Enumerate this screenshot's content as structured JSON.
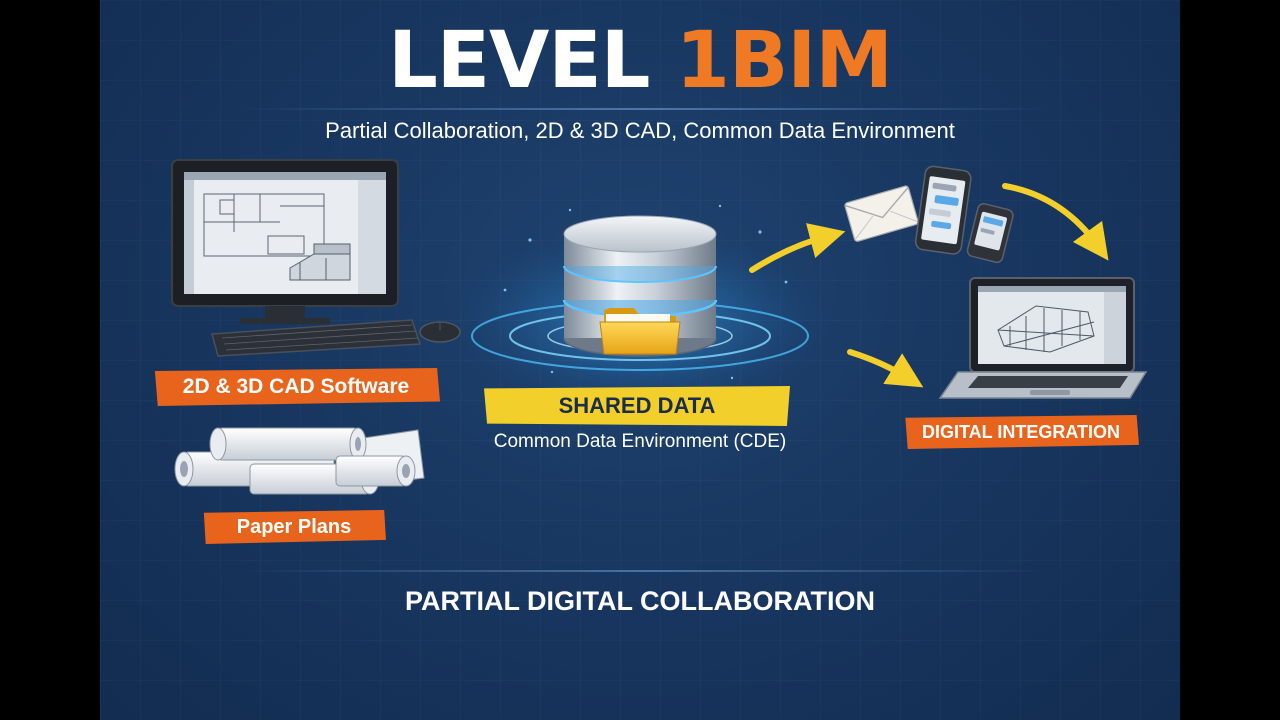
{
  "title": {
    "prefix": "LEVEL",
    "number": "1",
    "suffix": "BIM"
  },
  "subtitle": "Partial Collaboration, 2D & 3D CAD, Common Data Environment",
  "left": {
    "cad_label": "2D & 3D CAD Software",
    "paper_label": "Paper Plans",
    "icons": [
      "desktop-computer-icon",
      "keyboard-icon",
      "mouse-icon",
      "rolled-plans-icon"
    ]
  },
  "center": {
    "shared_label": "SHARED DATA",
    "cde_label": "Common Data Environment (CDE)",
    "icons": [
      "database-icon",
      "folder-icon"
    ]
  },
  "right": {
    "digital_label": "DIGITAL INTEGRATION",
    "icons": [
      "email-envelope-icon",
      "smartphone-icon",
      "tablet-icon",
      "laptop-icon",
      "arrow-icon"
    ]
  },
  "footer": "PARTIAL DIGITAL COLLABORATION",
  "colors": {
    "background": "#183761",
    "title_white": "#ffffff",
    "accent_orange": "#e8641c",
    "title_orange": "#f07a24",
    "accent_yellow": "#f2cf2a",
    "glow": "#3fb8ff"
  }
}
